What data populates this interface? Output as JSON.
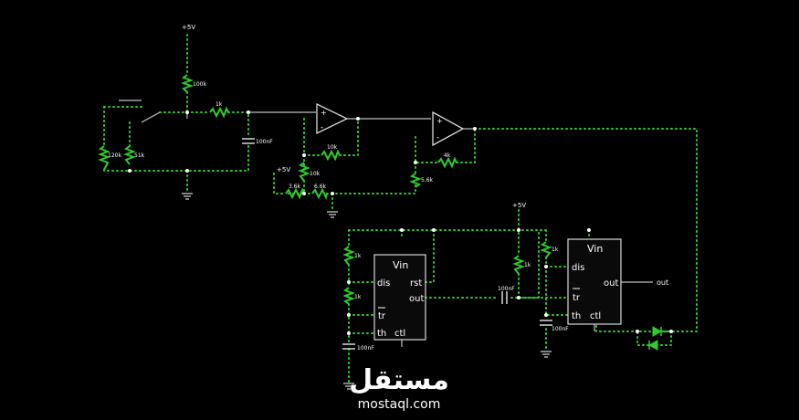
{
  "colors": {
    "background": "#000000",
    "wire_active": "#2ecc2e",
    "wire_dots": "#e8e84a",
    "wire_idle": "#bfbfbf",
    "chip_outline": "#d9d9d9",
    "text": "#ffffff"
  },
  "supply_labels": {
    "top": "+5V",
    "mid": "+5V",
    "right": "+5V"
  },
  "resistors": {
    "r_100k": "100k",
    "r_1k_top": "1k",
    "r_120k": "120k",
    "r_51k": "51k",
    "r_10k_fb": "10k",
    "r_10k_div": "10k",
    "r_3_6k": "3.6k",
    "r_6_6k": "6.6k",
    "r_4k": "4k",
    "r_5_6k": "5.6k",
    "r_1k_a": "1k",
    "r_1k_b": "1k",
    "r_1k_c": "1k",
    "r_1k_d": "1k"
  },
  "capacitors": {
    "c1": "100nF",
    "c2": "100nF",
    "c3": "100nF",
    "c4": "100nF"
  },
  "opamp_signs": {
    "plus": "+",
    "minus": "-"
  },
  "timer_left": {
    "vin": "Vin",
    "dis": "dis",
    "rst": "rst",
    "out": "out",
    "tr": "tr",
    "th": "th",
    "ctl": "ctl"
  },
  "timer_right": {
    "vin": "Vin",
    "dis": "dis",
    "out": "out",
    "tr": "tr",
    "th": "th",
    "ctl": "ctl"
  },
  "output_label": "out",
  "watermark": {
    "arabic": "مستقل",
    "domain": "mostaql.com"
  }
}
